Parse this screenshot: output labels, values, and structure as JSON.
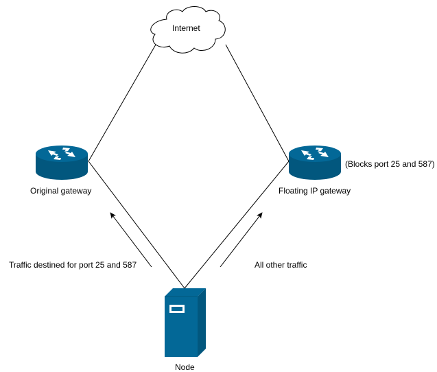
{
  "diagram": {
    "cloud": {
      "label": "Internet"
    },
    "original_gateway": {
      "label": "Original gateway"
    },
    "floating_gateway": {
      "label": "Floating IP gateway",
      "note": "(Blocks port 25 and 587)"
    },
    "node": {
      "label": "Node"
    },
    "flows": {
      "left": "Traffic destined for port 25 and 587",
      "right": "All other traffic"
    }
  },
  "colors": {
    "device_fill": "#036897",
    "device_dark": "#02577e",
    "device_light": "#ffffff",
    "line": "#000000",
    "cloud_fill": "#ffffff"
  },
  "icons": {
    "cloud": "cloud-icon",
    "router": "router-icon",
    "server": "server-tower-icon",
    "arrow": "arrow-icon"
  }
}
